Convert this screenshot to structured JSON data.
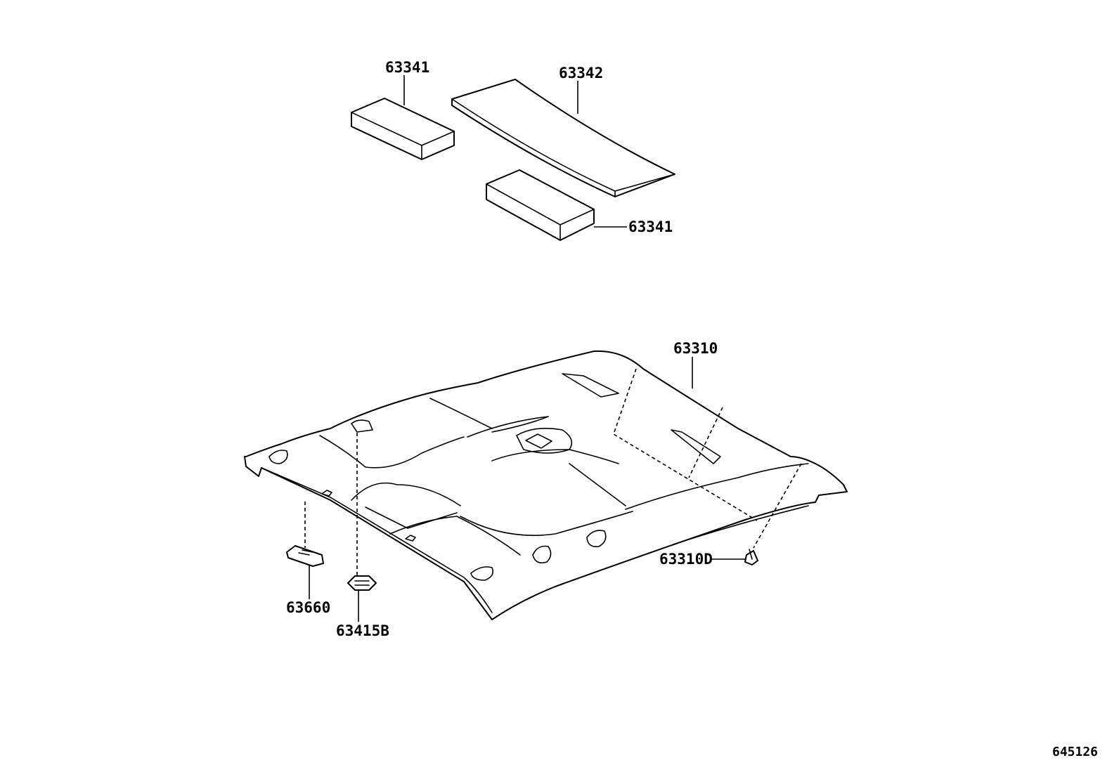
{
  "parts": {
    "pad_upper": "63341",
    "pad_long": "63342",
    "pad_lower": "63341",
    "headliner": "63310",
    "clip": "63310D",
    "holder": "63660",
    "cover": "63415B"
  },
  "illustration_number": "645126"
}
